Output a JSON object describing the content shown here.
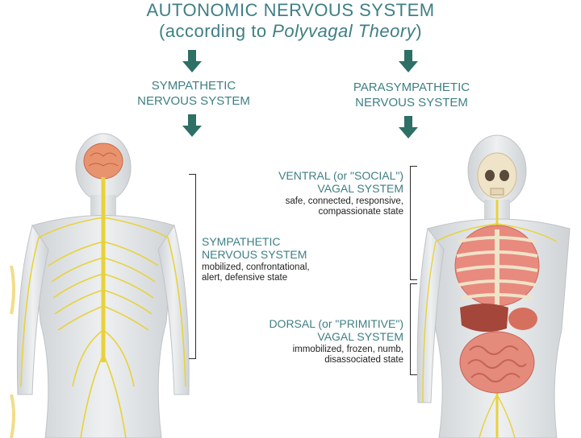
{
  "title": {
    "main": "AUTONOMIC NERVOUS SYSTEM",
    "sub_prefix": "(according to ",
    "sub_italic": "Polyvagal Theory",
    "sub_suffix": ")"
  },
  "branches": {
    "sympathetic": {
      "line1": "SYMPATHETIC",
      "line2": "NERVOUS SYSTEM"
    },
    "parasympathetic": {
      "line1": "PARASYMPATHETIC",
      "line2": "NERVOUS SYSTEM"
    }
  },
  "sympathetic_detail": {
    "line1": "SYMPATHETIC",
    "line2": "NERVOUS SYSTEM",
    "desc1": "mobilized, confrontational,",
    "desc2": "alert, defensive state"
  },
  "ventral": {
    "line1": "VENTRAL (or \"SOCIAL\")",
    "line2": "VAGAL SYSTEM",
    "desc1": "safe, connected, responsive,",
    "desc2": "compassionate state"
  },
  "dorsal": {
    "line1": "DORSAL (or \"PRIMITIVE\")",
    "line2": "VAGAL SYSTEM",
    "desc1": "immobilized, frozen, numb,",
    "desc2": "disassociated state"
  },
  "colors": {
    "accent": "#3f7f84",
    "arrow": "#2e6f66",
    "nerve": "#e8d23a",
    "body": "#d9dcdf"
  }
}
